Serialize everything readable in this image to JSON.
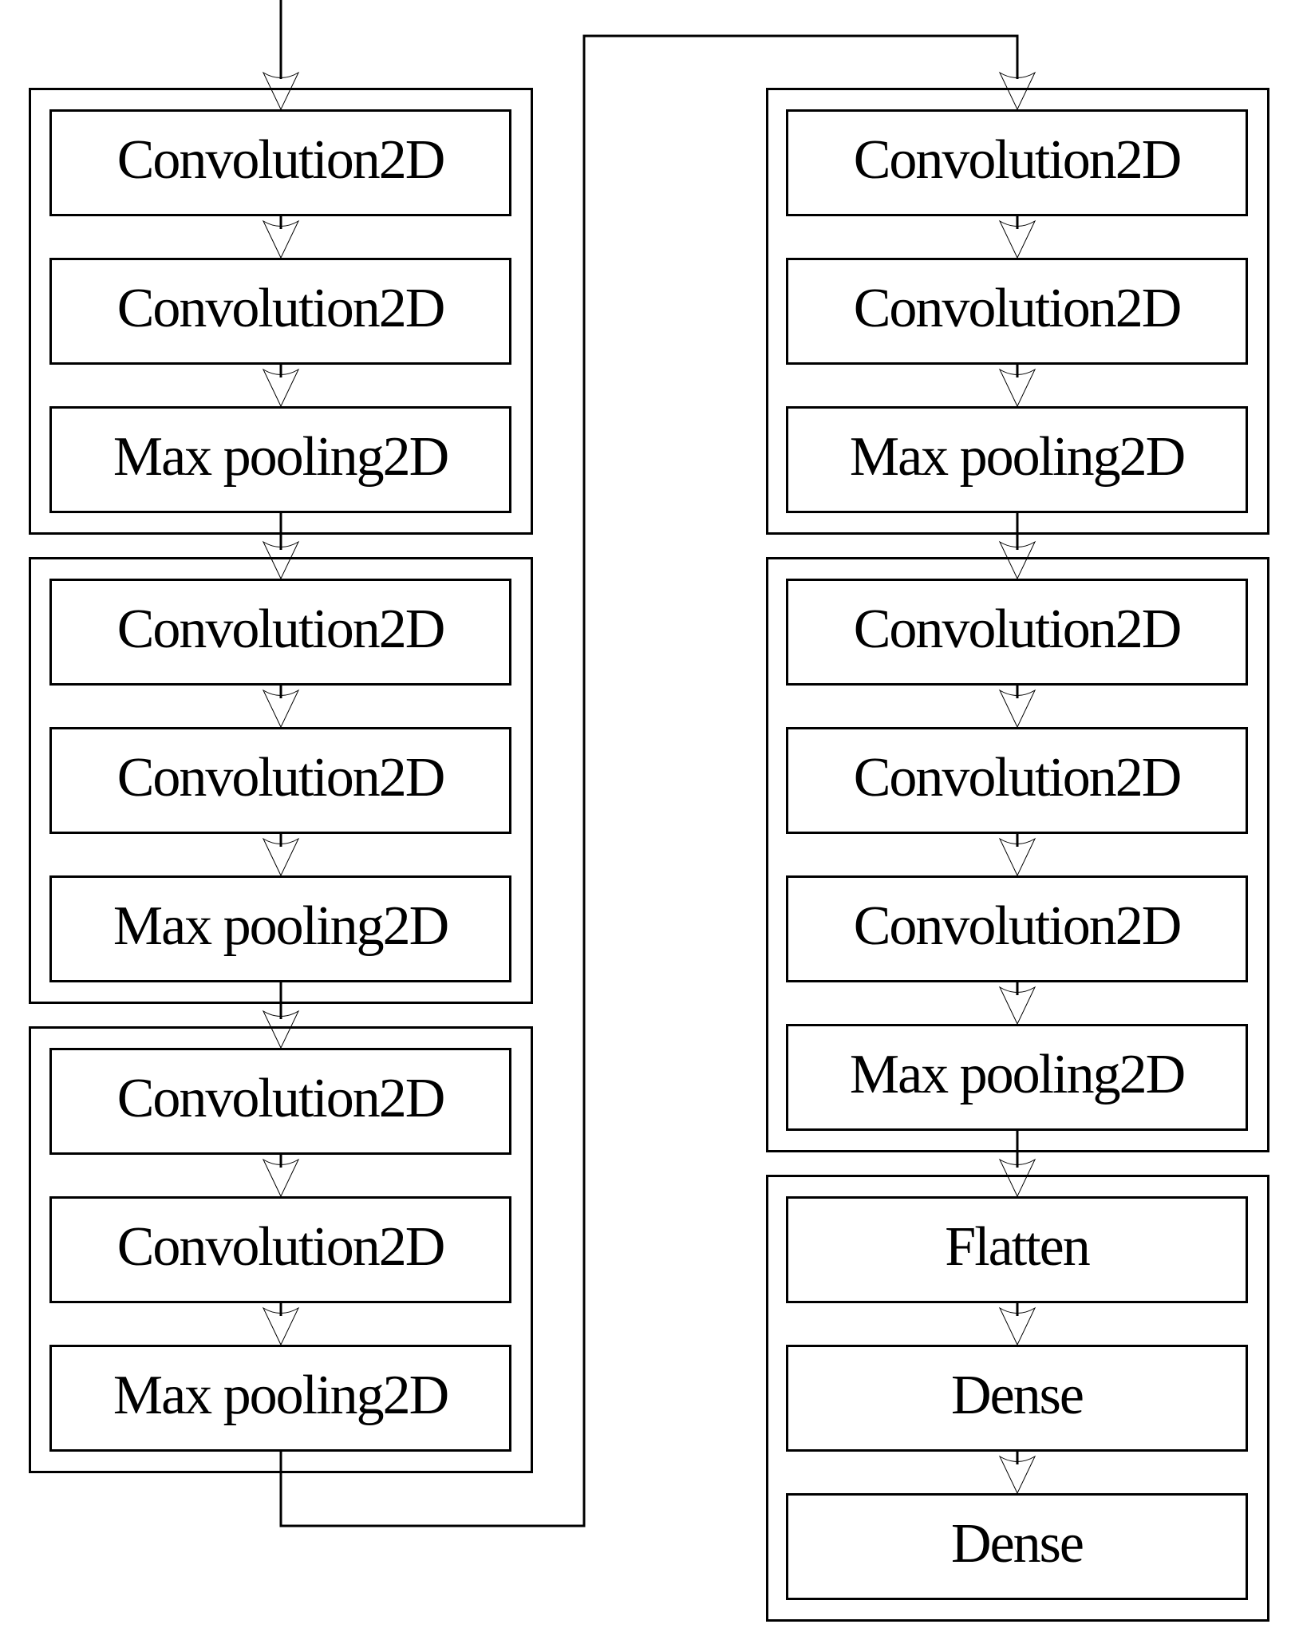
{
  "diagram": {
    "type": "cnn-architecture-flowchart",
    "colors": {
      "stroke": "#000000",
      "background": "#ffffff",
      "text": "#000000"
    },
    "blocks": [
      {
        "id": "conv-block-1",
        "column": "left",
        "layers": [
          "Convolution2D",
          "Convolution2D",
          "Max pooling2D"
        ]
      },
      {
        "id": "conv-block-2",
        "column": "left",
        "layers": [
          "Convolution2D",
          "Convolution2D",
          "Max pooling2D"
        ]
      },
      {
        "id": "conv-block-3",
        "column": "left",
        "layers": [
          "Convolution2D",
          "Convolution2D",
          "Max pooling2D"
        ]
      },
      {
        "id": "conv-block-4",
        "column": "right",
        "layers": [
          "Convolution2D",
          "Convolution2D",
          "Max pooling2D"
        ]
      },
      {
        "id": "conv-block-5",
        "column": "right",
        "layers": [
          "Convolution2D",
          "Convolution2D",
          "Convolution2D",
          "Max pooling2D"
        ]
      },
      {
        "id": "classifier-block",
        "column": "right",
        "layers": [
          "Flatten",
          "Dense",
          "Dense"
        ]
      }
    ]
  }
}
